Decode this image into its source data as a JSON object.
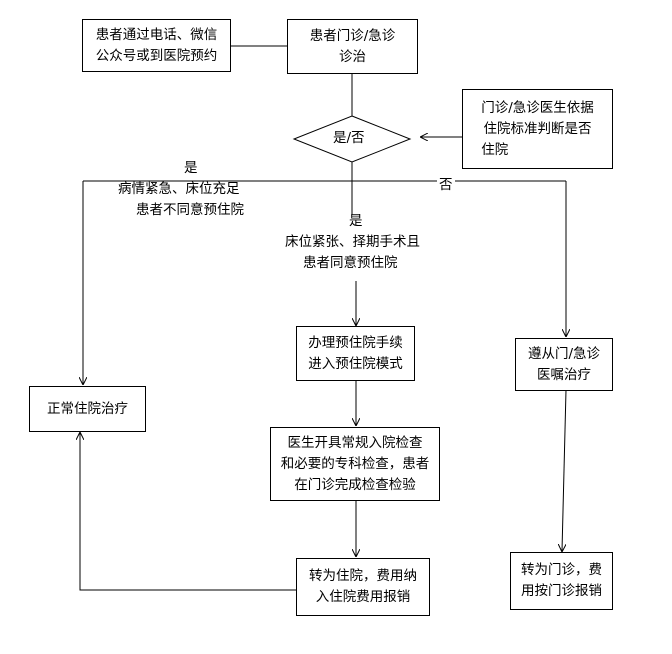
{
  "nodes": {
    "booking": [
      "患者通过电话、微信",
      "公众号或到医院预约"
    ],
    "clinic": [
      "患者门诊/急诊",
      "诊治"
    ],
    "decision": "是/否",
    "criteria": [
      "门诊/急诊医生依据",
      "住院标准判断是否",
      "住院"
    ],
    "prehosp": [
      "办理预住院手续",
      "进入预住院模式"
    ],
    "exams": [
      "医生开具常规入院检查",
      "和必要的专科检查，患者",
      "在门诊完成检查检验"
    ],
    "convert": [
      "转为住院，费用纳",
      "入住院费用报销"
    ],
    "normal": "正常住院治疗",
    "outpatient": [
      "遵从门/急诊",
      "医嘱治疗"
    ],
    "outpatient_pay": [
      "转为门诊，费",
      "用按门诊报销"
    ]
  },
  "labels": {
    "left_branch": [
      "是",
      "病情紧急、床位充足",
      "患者不同意预住院"
    ],
    "middle_branch": [
      "是",
      "床位紧张、择期手术且",
      "患者同意预住院"
    ],
    "right_branch": "否"
  }
}
